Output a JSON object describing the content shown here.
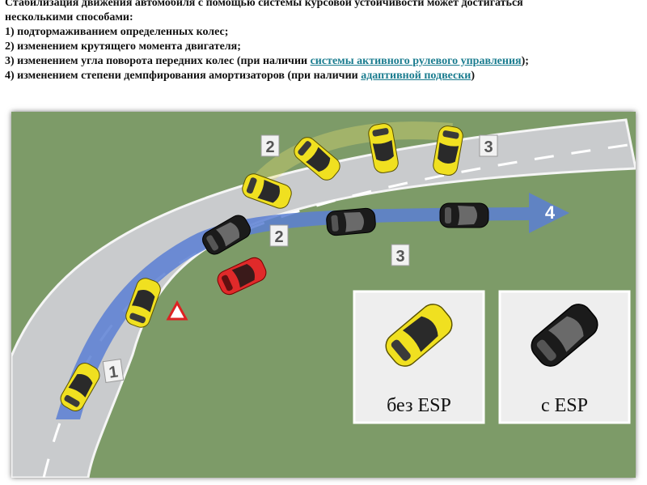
{
  "text": {
    "line1": "Стабилизация движения автомобиля с помощью системы курсовой устойчивости может достигаться",
    "line2": "несколькими способами:",
    "line3": "1) подтормаживанием определенных колес;",
    "line4": "2) изменением крутящего момента двигателя;",
    "line5_pre": "3) изменением угла поворота передних колес (при наличии ",
    "line5_link": "системы активного рулевого управления",
    "line5_post": ");",
    "line6_pre": "4) изменением степени демпфирования амортизаторов (при наличии ",
    "line6_link": "адаптивной подвески",
    "line6_post": ")"
  },
  "diagram": {
    "labels": {
      "n1": "1",
      "n2a": "2",
      "n2b": "2",
      "n3a": "3",
      "n3b": "3",
      "n4": "4"
    },
    "panel_left": "без ESP",
    "panel_right": "с ESP"
  },
  "colors": {
    "grass": "#7d9b68",
    "road": "#c9cbcd",
    "arrow": "#5b7fd4",
    "yellow_car": "#f0e020",
    "black_car": "#1b1b1b",
    "red_car": "#e02a2a",
    "link": "#1a7c8f"
  }
}
